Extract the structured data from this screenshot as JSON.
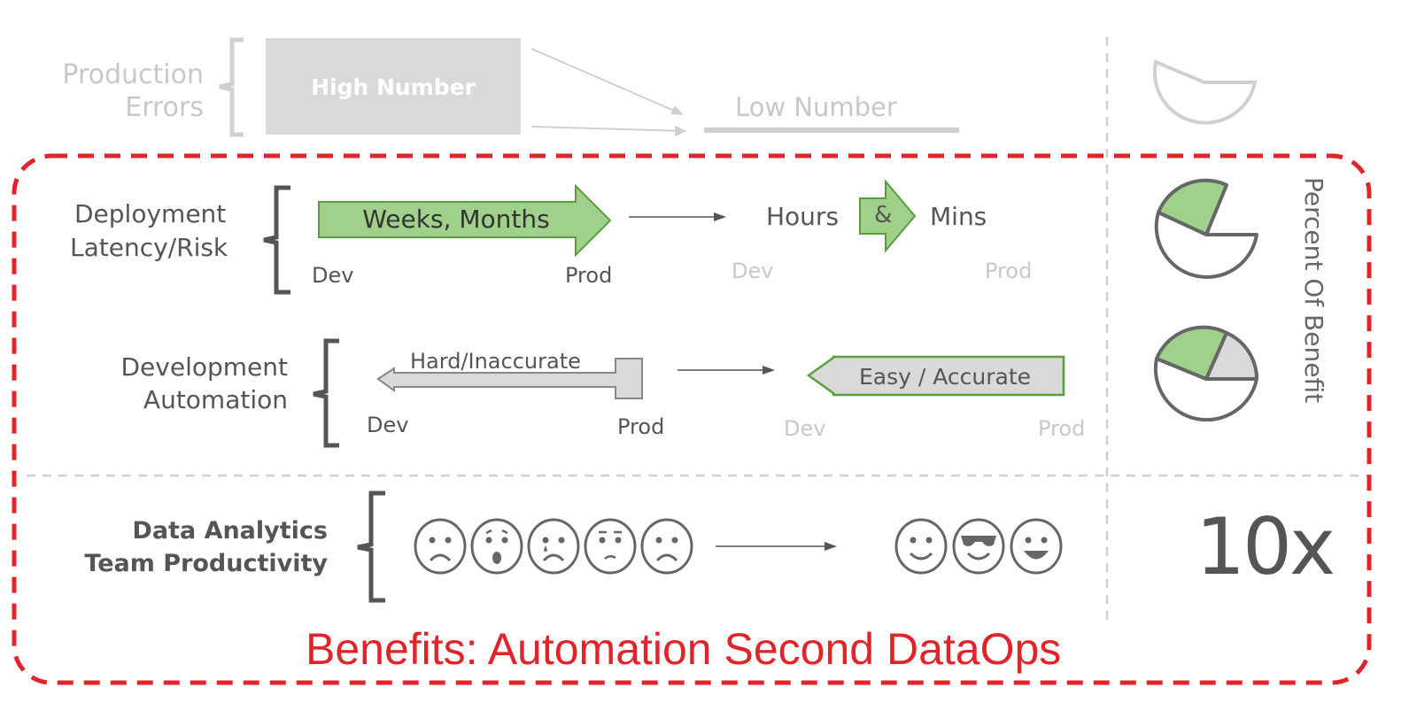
{
  "top_row": {
    "label_line1": "Production",
    "label_line2": "Errors",
    "box_label": "High Number",
    "target_label": "Low Number"
  },
  "deployment_row": {
    "label_line1": "Deployment",
    "label_line2": "Latency/Risk",
    "before_label": "Weeks, Months",
    "before_dev": "Dev",
    "before_prod": "Prod",
    "after_left": "Hours",
    "after_joiner": "&",
    "after_right": "Mins",
    "after_dev": "Dev",
    "after_prod": "Prod"
  },
  "automation_row": {
    "label_line1": "Development",
    "label_line2": "Automation",
    "before_label": "Hard/Inaccurate",
    "before_dev": "Dev",
    "before_prod": "Prod",
    "after_label": "Easy / Accurate",
    "after_dev": "Dev",
    "after_prod": "Prod"
  },
  "productivity_row": {
    "label_line1": "Data Analytics",
    "label_line2": "Team Productivity",
    "before_faces": [
      "sad",
      "shocked",
      "crying",
      "worried",
      "sad"
    ],
    "after_faces": [
      "smile",
      "sunglasses",
      "grin"
    ],
    "multiplier": "10x"
  },
  "side_label": "Percent Of Benefit",
  "caption": "Benefits:  Automation Second DataOps",
  "colors": {
    "accent_red": "#e0242a",
    "green": "#9fd18a",
    "green_border": "#5a9e3c",
    "grey_fill": "#d9d9d9",
    "text": "#555555",
    "faded": "#c8c8c8"
  }
}
